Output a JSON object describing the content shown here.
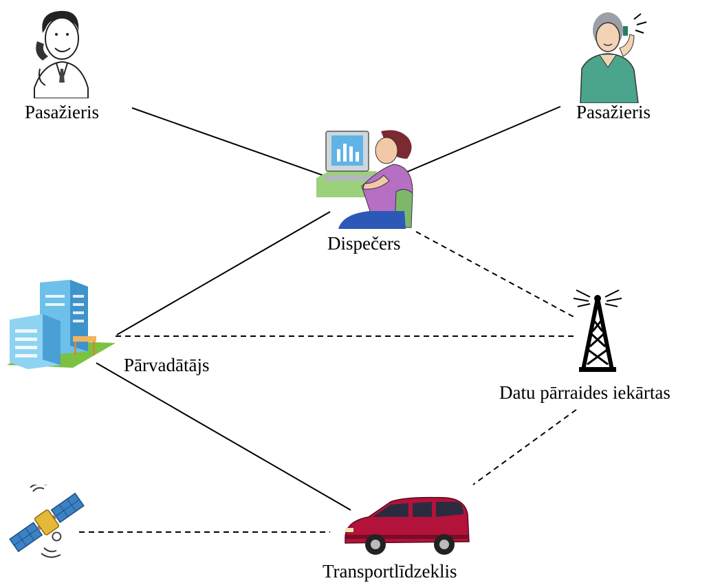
{
  "diagram": {
    "nodes": [
      {
        "id": "passenger_left",
        "label": "Pasažieris",
        "icon": "man-on-phone-icon"
      },
      {
        "id": "passenger_right",
        "label": "Pasažieris",
        "icon": "woman-with-mobile-icon"
      },
      {
        "id": "dispatcher",
        "label": "Dispečers",
        "icon": "dispatcher-at-computer-icon"
      },
      {
        "id": "carrier",
        "label": "Pārvadātājs",
        "icon": "office-building-icon"
      },
      {
        "id": "transmitter",
        "label": "Datu pārraides iekārtas",
        "icon": "radio-tower-icon"
      },
      {
        "id": "vehicle",
        "label": "Transportlīdzeklis",
        "icon": "minivan-icon"
      },
      {
        "id": "satellite",
        "label": "",
        "icon": "satellite-icon"
      }
    ],
    "edges": [
      {
        "from": "passenger_left",
        "to": "dispatcher",
        "style": "solid"
      },
      {
        "from": "passenger_right",
        "to": "dispatcher",
        "style": "solid"
      },
      {
        "from": "carrier",
        "to": "dispatcher",
        "style": "solid"
      },
      {
        "from": "carrier",
        "to": "vehicle",
        "style": "solid"
      },
      {
        "from": "dispatcher",
        "to": "transmitter",
        "style": "dashed"
      },
      {
        "from": "carrier",
        "to": "transmitter",
        "style": "dashed"
      },
      {
        "from": "transmitter",
        "to": "vehicle",
        "style": "dashed"
      },
      {
        "from": "satellite",
        "to": "vehicle",
        "style": "dashed"
      }
    ]
  },
  "colors": {
    "line": "#000000",
    "vehicle_body": "#b3123a",
    "building_blue": "#5aaee0",
    "lawn_green": "#7cc242",
    "satellite_panel": "#3b82c4"
  }
}
